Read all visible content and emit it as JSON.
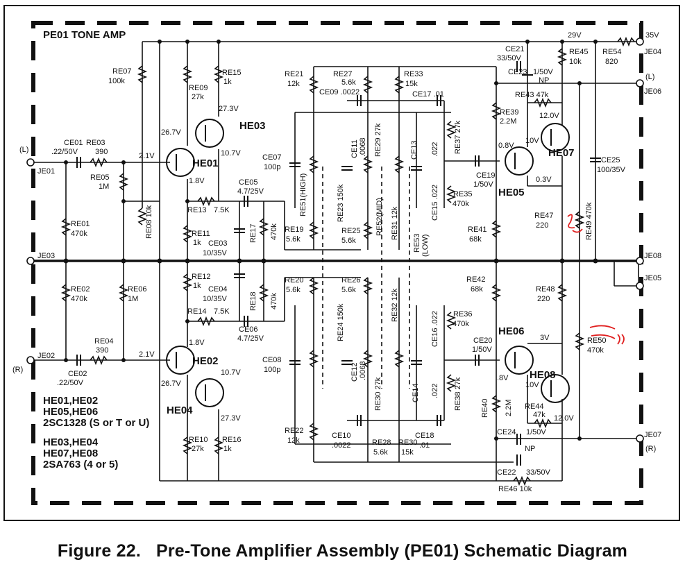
{
  "board_title": "PE01 TONE AMP",
  "caption": {
    "figure": "Figure 22.",
    "title": "Pre-Tone Amplifier Assembly (PE01) Schematic Diagram"
  },
  "connectors": {
    "je01": "JE01",
    "je01_side": "(L)",
    "je02": "JE02",
    "je02_side": "(R)",
    "je03": "JE03",
    "je04": "JE04",
    "je04_v": "35V",
    "je05": "JE05",
    "je06": "JE06",
    "je06_side": "(L)",
    "je07": "JE07",
    "je07_side": "(R)",
    "je08": "JE08"
  },
  "transistors": {
    "heo1": "HE01",
    "heo2": "HE02",
    "heo3": "HE03",
    "heo4": "HE04",
    "heo5": "HE05",
    "heo6": "HE06",
    "heo7": "HE07",
    "heo8": "HE08"
  },
  "voltages": {
    "v27_3a": "27.3V",
    "v26_7a": "26.7V",
    "v10_7a": "10.7V",
    "v2_1a": "2.1V",
    "v1_8a": "1.8V",
    "v27_3b": "27.3V",
    "v26_7b": "26.7V",
    "v10_7b": "10.7V",
    "v2_1b": "2.1V",
    "v1_8b": "1.8V",
    "v29": "29V",
    "v12a": "12.0V",
    "v10a": "10V",
    "v0_8": "0.8V",
    "v0_3": "0.3V",
    "v3": "3V",
    "v8": ".8V",
    "v10b": "10V",
    "v12b": "12.0V"
  },
  "parts": {
    "ce01": "CE01",
    "ce01_v": ".22/50V",
    "re03": "RE03",
    "re03_v": "390",
    "re05": "RE05",
    "re05_v": "1M",
    "re01": "RE01",
    "re01_v": "470k",
    "re07": "RE07",
    "re07_v": "100k",
    "re08": "RE08 10k",
    "re09": "RE09",
    "re09_v": "27k",
    "re15": "RE15",
    "re15_v": "1k",
    "re13": "RE13",
    "re13_v": "7.5K",
    "re11": "RE11",
    "re11_v": "1k",
    "ce03": "CE03",
    "ce03_v": "10/35V",
    "ce05": "CE05",
    "ce05_v": "4.7/25V",
    "re17": "RE17",
    "re17_v": "470k",
    "re02": "RE02",
    "re02_v": "470k",
    "re06": "RE06",
    "re06_v": "1M",
    "re04": "RE04",
    "re04_v": "390",
    "ce02": "CE02",
    "ce02_v": ".22/50V",
    "re12": "RE12",
    "re12_v": "1k",
    "ce04": "CE04",
    "ce04_v": "10/35V",
    "re14": "RE14",
    "re14_v": "7.5K",
    "ce06": "CE06",
    "ce06_v": "4.7/25V",
    "re18": "RE18",
    "re18_v": "470k",
    "re10": "RE10",
    "re10_v": "27k",
    "re16": "RE16",
    "re16_v": "1k",
    "re21": "RE21",
    "re21_v": "12k",
    "re27": "RE27",
    "re27_v": "5.6k",
    "re33": "RE33",
    "re33_v": "15k",
    "ce09": "CE09 .0022",
    "ce17": "CE17 .01",
    "ce07": "CE07",
    "ce07_v": "100p",
    "ce11": "CE11",
    "ce11_v": ".0068",
    "re29": "RE29 27k",
    "ce13": "CE13",
    "ce13_v": ".022",
    "re37": "RE37 27k",
    "re51": "RE51(HIGH)",
    "re23": "RE23 150k",
    "re52": "RE52(MID)",
    "re31": "RE31 12k",
    "ce15": "CE15 .022",
    "re35": "RE35",
    "re35_v": "470k",
    "re19": "RE19",
    "re19_v": "5.6k",
    "re25": "RE25",
    "re25_v": "5.6k",
    "re53": "RE53",
    "re53_v": "(LOW)",
    "re20": "RE20",
    "re20_v": "5.6k",
    "re26": "RE26",
    "re26_v": "5.6k",
    "re32": "RE32 12k",
    "re36": "RE36",
    "re36_v": "470k",
    "re24": "RE24 150k",
    "ce16": "CE16 .022",
    "ce08": "CE08",
    "ce08_v": "100p",
    "ce12": "CE12",
    "ce12_v": ".0068",
    "re30": "RE30 27k",
    "ce14": "CE14",
    "ce14_v": ".022",
    "re38": "RE38 27k",
    "re22": "RE22",
    "re22_v": "12k",
    "ce10": "CE10",
    "ce10_v": ".0022",
    "ce18": "CE18",
    "ce18_v": ".01",
    "re28": "RE28",
    "re28_v": "5.6k",
    "re30b": "RE30",
    "re30b_v": "15k",
    "ce21": "CE21",
    "ce21_v": "33/50V",
    "ce23": "CE23",
    "ce23_v": "1/50V",
    "np_a": "NP",
    "re45": "RE45",
    "re45_v": "10k",
    "re54": "RE54",
    "re54_v": "820",
    "re43": "RE43 47k",
    "re39": "RE39",
    "re39_v": "2.2M",
    "ce19": "CE19",
    "ce19_v": "1/50V",
    "ce25": "CE25",
    "ce25_v": "100/35V",
    "re47": "RE47",
    "re47_v": "220",
    "re49": "RE49 470k",
    "re41": "RE41",
    "re41_v": "68k",
    "re42": "RE42",
    "re42_v": "68k",
    "re48": "RE48",
    "re48_v": "220",
    "ce20": "CE20",
    "ce20_v": "1/50V",
    "re50": "RE50",
    "re50_v": "470k",
    "re40": "RE40",
    "re40_v": "2.2M",
    "re44": "RE44",
    "re44_v": "47k",
    "ce24": "CE24",
    "ce24_v": "1/50V",
    "np_b": "NP",
    "ce22": "CE22",
    "ce22_v": "33/50V",
    "re46": "RE46 10k"
  },
  "notes": {
    "n1": "HE01,HE02",
    "n2": "HE05,HE06",
    "n3": "2SC1328 (S or T or U)",
    "n4": "HE03,HE04",
    "n5": "HE07,HE08",
    "n6": "2SA763 (4 or 5)"
  },
  "colors": {
    "ink": "#111111",
    "annotation": "#e02020"
  }
}
